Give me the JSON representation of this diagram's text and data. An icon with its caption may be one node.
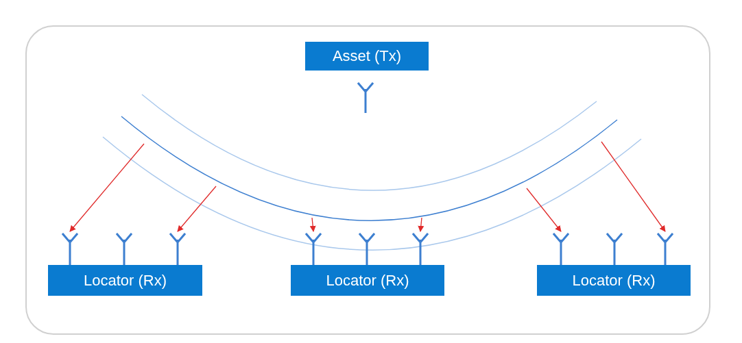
{
  "diagram": {
    "nodes": [
      {
        "text": [
          "Asset (Tx)"
        ]
      },
      {
        "text": [],
        "shape": "antenna"
      },
      {
        "text": [
          "Locator (Rx)"
        ]
      },
      {
        "text": [
          "Locator (Rx)"
        ]
      },
      {
        "text": [
          "Locator (Rx)"
        ]
      },
      {
        "text": [],
        "shape": "antenna"
      },
      {
        "text": [],
        "shape": "antenna"
      },
      {
        "text": [],
        "shape": "antenna"
      },
      {
        "text": [],
        "shape": "antenna"
      },
      {
        "text": [],
        "shape": "antenna"
      },
      {
        "text": [],
        "shape": "antenna"
      },
      {
        "text": [],
        "shape": "antenna"
      },
      {
        "text": [],
        "shape": "antenna"
      },
      {
        "text": [],
        "shape": "antenna"
      }
    ],
    "edges": [
      {
        "from": null,
        "to": 5,
        "arrow": "to"
      },
      {
        "from": null,
        "to": 7,
        "arrow": "to"
      },
      {
        "from": null,
        "to": 8,
        "arrow": "to"
      },
      {
        "from": null,
        "to": 10,
        "arrow": "to"
      },
      {
        "from": null,
        "to": 11,
        "arrow": "to"
      },
      {
        "from": null,
        "to": 13,
        "arrow": "to"
      }
    ]
  }
}
